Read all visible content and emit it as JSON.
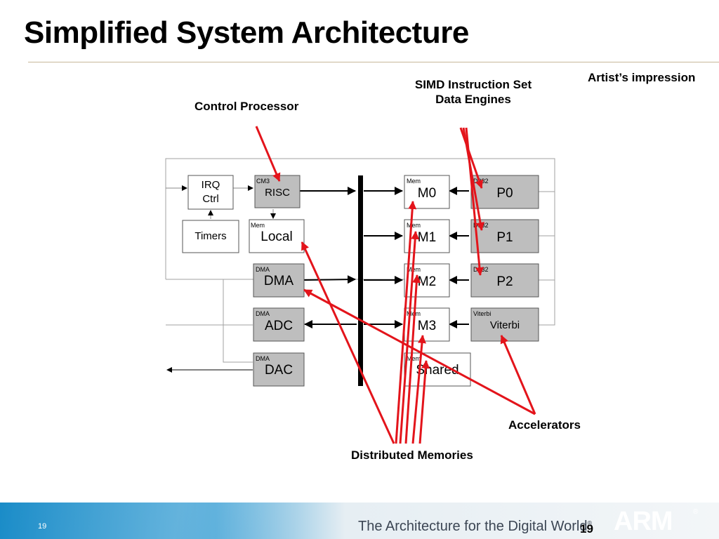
{
  "title": "Simplified System Architecture",
  "note": "Artist’s impression",
  "callouts": {
    "control": "Control Processor",
    "simd_line1": "SIMD Instruction Set",
    "simd_line2": "Data Engines",
    "accelerators": "Accelerators",
    "memories": "Distributed Memories"
  },
  "blocks": {
    "irq_line1": "IRQ",
    "irq_line2": "Ctrl",
    "timers": "Timers",
    "risc_tag": "CM3",
    "risc": "RISC",
    "local_tag": "Mem",
    "local": "Local",
    "dma_tag": "DMA",
    "dma": "DMA",
    "adc_tag": "DMA",
    "adc": "ADC",
    "dac_tag": "DMA",
    "dac": "DAC",
    "m0_tag": "Mem",
    "m0": "M0",
    "m1_tag": "Mem",
    "m1": "M1",
    "m2_tag": "Mem",
    "m2": "M2",
    "m3_tag": "Mem",
    "m3": "M3",
    "shared_tag": "Mem",
    "shared": "Shared",
    "p0_tag": "D932",
    "p0": "P0",
    "p1_tag": "D932",
    "p1": "P1",
    "p2_tag": "D932",
    "p2": "P2",
    "viterbi_tag": "Viterbi",
    "viterbi": "Viterbi"
  },
  "colors": {
    "arrow_red": "#e3141b",
    "block_grey": "#bebebe",
    "line_grey": "#a0a0a0"
  },
  "footer": {
    "page_small": "19",
    "tagline": "The Architecture for the Digital World",
    "registered": "®",
    "page_big": "19",
    "logo": "ARM",
    "logo_r": "®"
  }
}
